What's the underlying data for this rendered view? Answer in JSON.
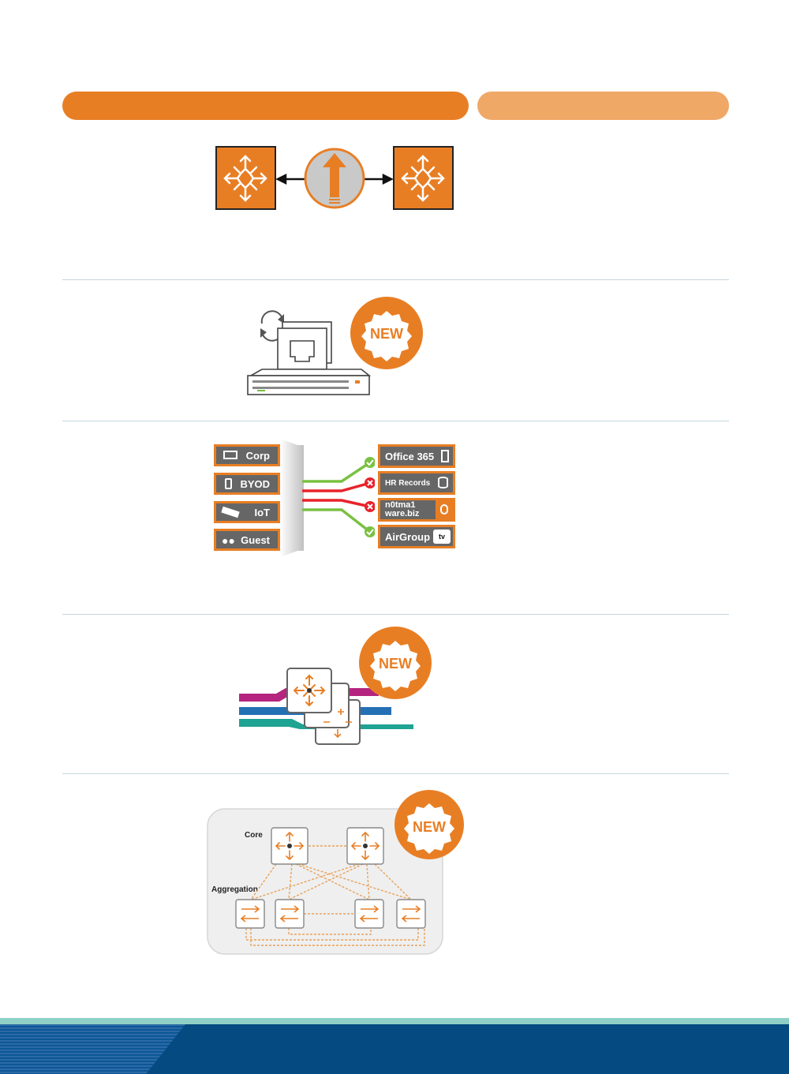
{
  "section3": {
    "devices": [
      "Corp",
      "BYOD",
      "IoT",
      "Guest"
    ],
    "apps": [
      "Office 365",
      "HR Records",
      "n0tma1 ware.biz",
      "AirGroup"
    ],
    "tv_label": "tv"
  },
  "badges": {
    "new_label": "NEW"
  },
  "section5": {
    "core_label": "Core",
    "aggregation_label": "Aggregation"
  },
  "colors": {
    "accent": "#e87e24",
    "accent_light": "#f0a866",
    "allow": "#7ac143",
    "deny": "#e8222b",
    "footer": "#064a82",
    "stripe": "#8fd0c6"
  }
}
